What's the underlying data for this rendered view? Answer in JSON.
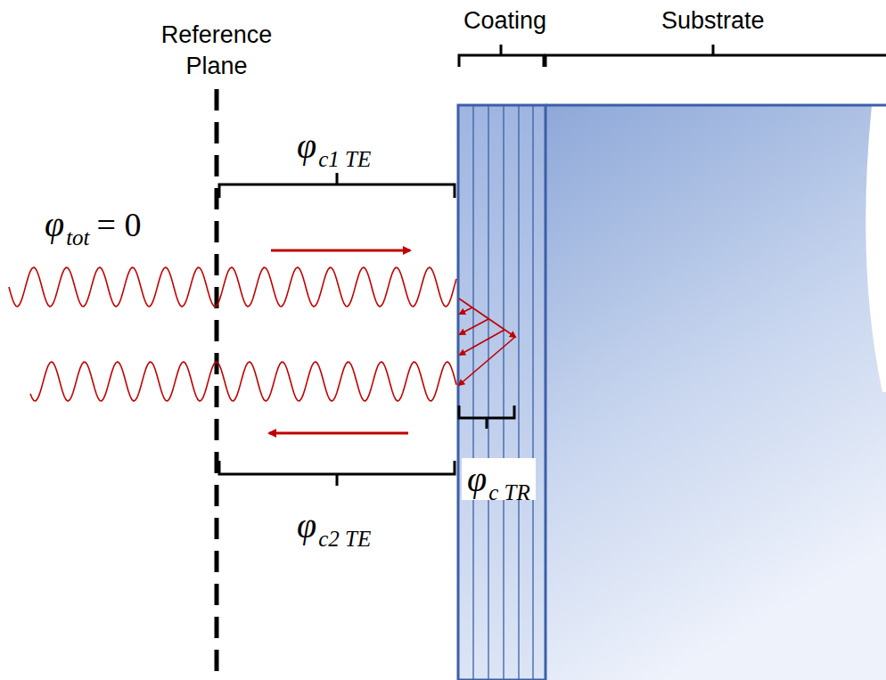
{
  "diagram": {
    "labels": [
      "Reference Plane",
      "Coating",
      "Substrate",
      "φ",
      "c1 TE",
      "φ",
      "tot",
      "= 0",
      "φ",
      "c TR",
      "φ",
      "c2 TE"
    ]
  }
}
